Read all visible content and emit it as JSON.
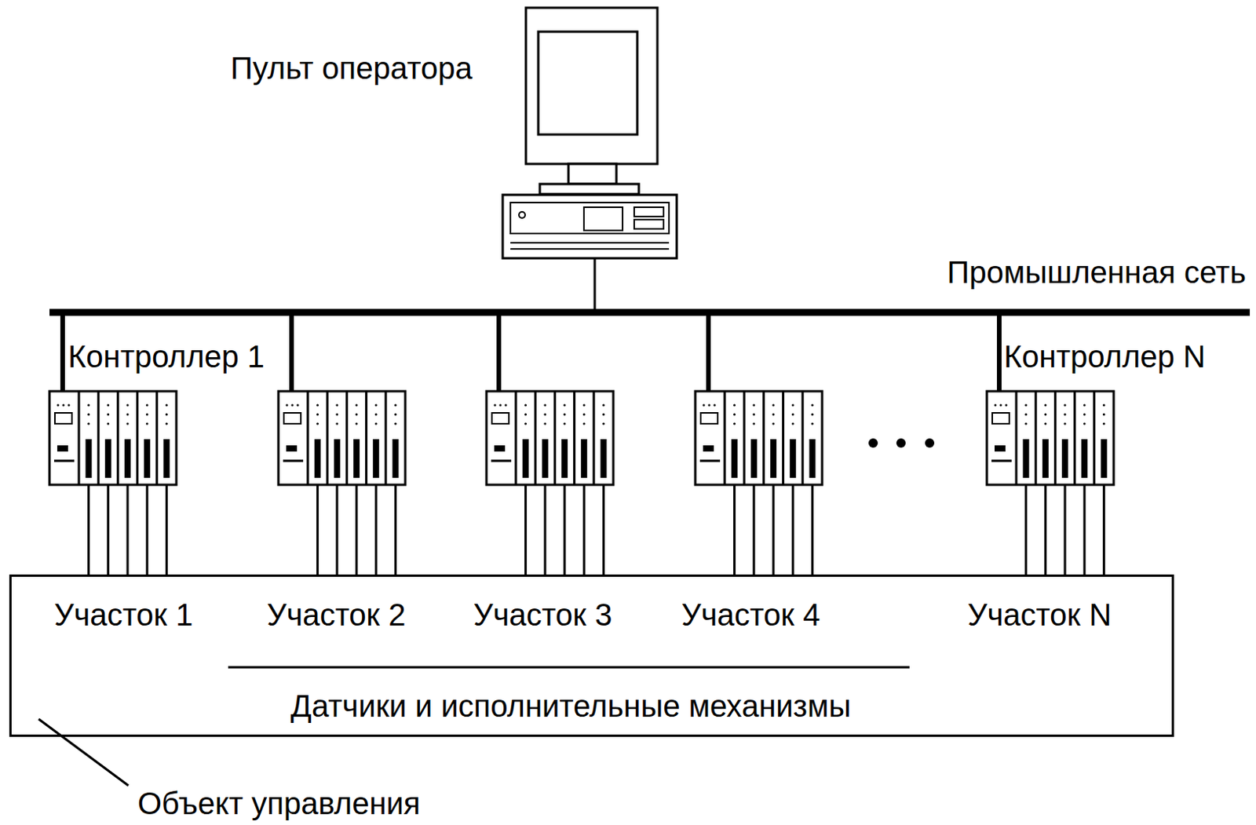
{
  "diagram": {
    "nodes": [
      {
        "text": [
          "Участок 1",
          "Участок 2",
          "Участок 3",
          "Участок 4",
          "Участок N",
          "Датчики и исполнительные механизмы",
          "Объект управления"
        ]
      }
    ],
    "labels": [
      "Пульт оператора",
      "Промышленная сеть",
      "Контроллер 1",
      "Контроллер N"
    ]
  }
}
